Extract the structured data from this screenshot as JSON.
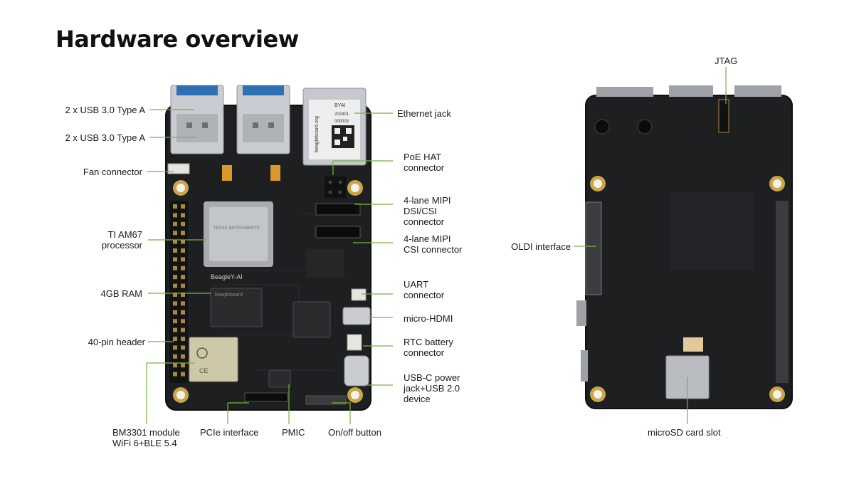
{
  "title": "Hardware overview",
  "colors": {
    "leader_line": "#7bb13c",
    "pcb": "#1e1f21",
    "pcb_edge": "#0f1011",
    "metal": "#c9cdd1",
    "usb_blue": "#2f6fb3",
    "hole_ring": "#c9a64a"
  },
  "labels": {
    "usb_top": "2 x USB 3.0 Type A",
    "usb_bottom": "2 x USB 3.0 Type A",
    "fan": "Fan connector",
    "processor": [
      "TI AM67",
      "processor"
    ],
    "ram": "4GB RAM",
    "header": "40-pin header",
    "wifi": [
      "BM3301 module",
      "WiFi 6+BLE 5.4"
    ],
    "pcie": "PCIe interface",
    "pmic": "PMIC",
    "onoff": "On/off button",
    "ethernet": "Ethernet jack",
    "poe": [
      "PoE HAT",
      "connector"
    ],
    "mipi_dsi": [
      "4-lane MIPI",
      "DSI/CSI",
      "connector"
    ],
    "mipi_csi": [
      "4-lane MIPI",
      "CSI connector"
    ],
    "uart": [
      "UART",
      "connector"
    ],
    "hdmi": "micro-HDMI",
    "rtc": [
      "RTC battery",
      "connector"
    ],
    "usbc": [
      "USB-C power",
      "jack+USB 2.0",
      "device"
    ],
    "jtag": "JTAG",
    "oldi": "OLDI interface",
    "microsd": "microSD card slot"
  },
  "board_text": {
    "brand": "beagleboard.org",
    "model": "BeagleY-AI",
    "serial_a": "BYAI",
    "serial_b": "202401",
    "serial_c": "000003",
    "soc_mark": "TEXAS INSTRUMENTS",
    "ram_mark": "beagleboard"
  }
}
